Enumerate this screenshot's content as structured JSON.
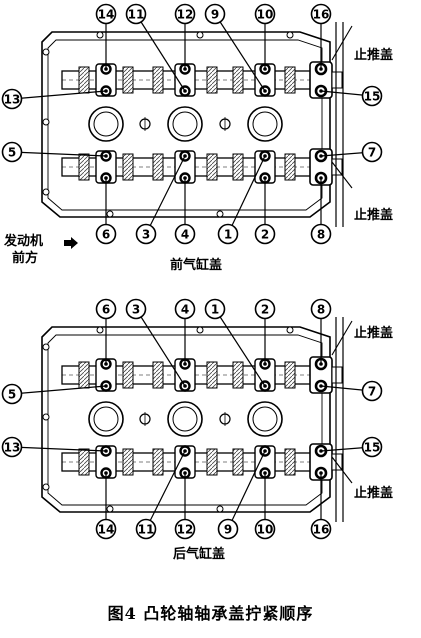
{
  "front_head": {
    "title": "前气缸盖",
    "engine_front_line1": "发动机",
    "engine_front_line2": "前方",
    "engine_arrow_icon": "arrow-right-icon",
    "thrust_cap_top": "止推盖",
    "thrust_cap_bottom": "止推盖",
    "callouts_top": [
      "14",
      "11",
      "12",
      "9",
      "10",
      "16"
    ],
    "callouts_left": [
      "13",
      "5"
    ],
    "callouts_right": [
      "15",
      "7"
    ],
    "callouts_bottom": [
      "6",
      "3",
      "4",
      "1",
      "2",
      "8"
    ]
  },
  "rear_head": {
    "title": "后气缸盖",
    "thrust_cap_top": "止推盖",
    "thrust_cap_bottom": "止推盖",
    "callouts_top": [
      "6",
      "3",
      "4",
      "1",
      "2",
      "8"
    ],
    "callouts_left": [
      "5",
      "13"
    ],
    "callouts_right": [
      "7",
      "15"
    ],
    "callouts_bottom": [
      "14",
      "11",
      "12",
      "9",
      "10",
      "16"
    ]
  },
  "caption": "图4  凸轮轴轴承盖拧紧顺序",
  "colors": {
    "line": "#000000",
    "paper": "#ffffff",
    "hatch": "#444444"
  }
}
